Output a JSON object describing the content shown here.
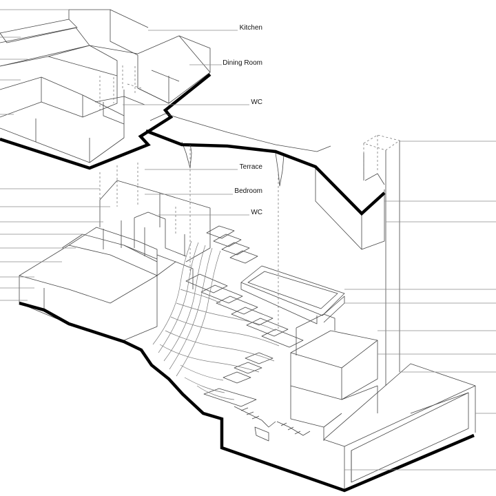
{
  "labels": {
    "upper": [
      "Kitchen",
      "Dining Room",
      "WC"
    ],
    "lower": [
      "Terrace",
      "Bedroom",
      "WC"
    ]
  },
  "colors": {
    "background": "#ffffff",
    "slab": "#000000",
    "linework": "#444444"
  }
}
